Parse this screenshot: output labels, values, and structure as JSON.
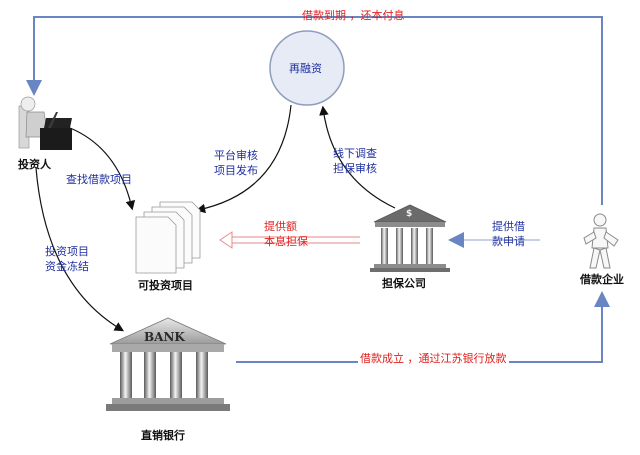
{
  "nodes": {
    "investor": "投资人",
    "refinancing": "再融资",
    "investable_projects": "可投资项目",
    "guarantee_company": "担保公司",
    "borrowing_enterprise": "借款企业",
    "bank": "直销银行",
    "bank_sign": "BANK"
  },
  "edges": {
    "top_loop": "借款到期 ，还本付息",
    "investor_search": "查找借款项目",
    "invest_lines": [
      "投资项目",
      "资金冻结"
    ],
    "platform_lines": [
      "平台审核",
      "项目发布"
    ],
    "offline_lines": [
      "线下调查",
      "担保审核"
    ],
    "guarantee_lines": [
      "提供额",
      "本息担保"
    ],
    "apply_lines": [
      "提供借",
      "款申请"
    ],
    "bottom_loop": "借款成立 ，通过江苏银行放款"
  },
  "colors": {
    "blue_text": "#1f2f9e",
    "red_text": "#e0201e",
    "flow_line": "#6a86c2",
    "circle_fill": "#e6ebf6"
  }
}
